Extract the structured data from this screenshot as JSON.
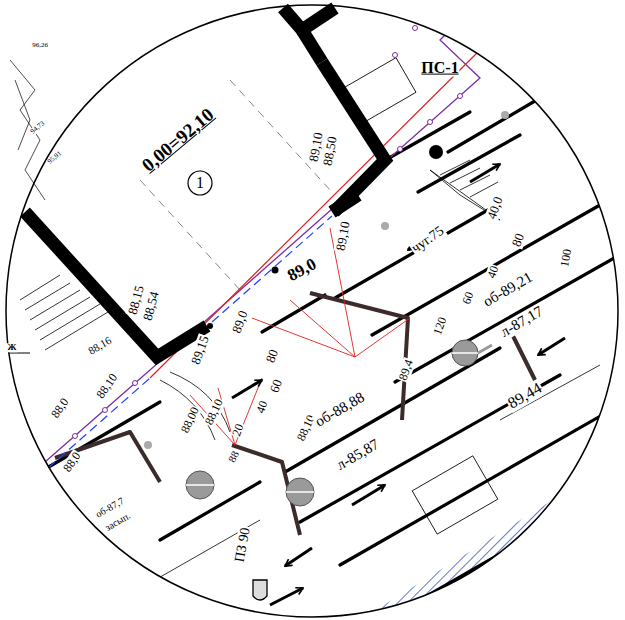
{
  "diagram": {
    "nodes": [
      {
        "text": [
          "0,00=92,10"
        ]
      },
      {
        "text": [
          "1"
        ],
        "in": 0
      }
    ],
    "labels": [
      "ПС-1",
      "96,26",
      "94,73",
      "95,91",
      "89,10",
      "88,50",
      "89,10",
      "40,0",
      "80",
      "чуг.75",
      "100",
      "89,0",
      "40",
      "об-89,21",
      "60",
      "л-87,17",
      "120",
      "88,15",
      "88,54",
      "89,0",
      "88,16",
      "89,15",
      "80",
      "89,44",
      "89,4",
      "60",
      "88,0",
      "88,10",
      "40",
      "88,00",
      "88,10",
      "20",
      "88,10",
      "об-88,88",
      "88",
      "л-85,87",
      "88,0",
      "об-87,7",
      "засып.",
      "ПЗ 90",
      "Ж"
    ]
  }
}
